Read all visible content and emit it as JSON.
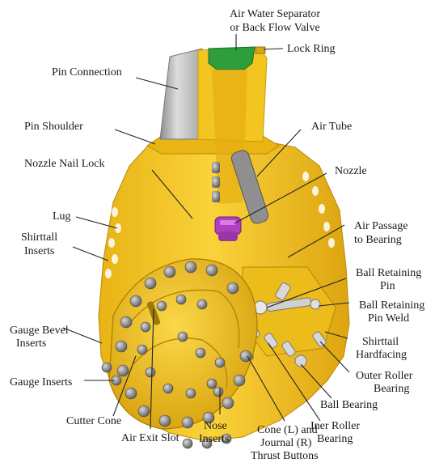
{
  "labels": {
    "air_water_separator_1": "Air Water  Separator",
    "air_water_separator_2": "or Back Flow Valve",
    "lock_ring": "Lock Ring",
    "pin_connection": "Pin Connection",
    "pin_shoulder": "Pin Shoulder",
    "air_tube": "Air Tube",
    "nozzle_nail_lock": "Nozzle Nail Lock",
    "nozzle": "Nozzle",
    "lug": "Lug",
    "shirttall_inserts_1": "Shirttall",
    "shirttall_inserts_2": "Inserts",
    "air_passage_1": "Air Passage",
    "air_passage_2": "to Bearing",
    "ball_retaining_pin_1": "Ball Retaining",
    "ball_retaining_pin_2": "Pin",
    "ball_retaining_weld_1": "Ball Retaining",
    "ball_retaining_weld_2": "Pin Weld",
    "gauge_bevel_1": "Gauge Bevel",
    "gauge_bevel_2": "Inserts",
    "shirttail_hardfacing_1": "Shirttail",
    "shirttail_hardfacing_2": "Hardfacing",
    "outer_roller_1": "Outer Roller",
    "outer_roller_2": "Bearing",
    "gauge_inserts": "Gauge Inserts",
    "ball_bearing": "Ball Bearing",
    "cutter_cone": "Cutter Cone",
    "iner_roller_1": "Iner Roller",
    "iner_roller_2": "Bearing",
    "air_exit_slot": "Air Exit Slot",
    "nose_inserts_1": "Nose",
    "nose_inserts_2": "Inserts",
    "thrust_1": "Cone (L) and",
    "thrust_2": "Journal (R)",
    "thrust_3": "Thrust Buttons"
  },
  "colors": {
    "body": "#f2c21a",
    "body_dark": "#d9a30c",
    "body_light": "#fadc4e",
    "pin": "#b9b9b9",
    "valve": "#2e9d3c",
    "nozzle": "#b040c0",
    "insert": "#8a8a8a",
    "leader": "#222222"
  }
}
